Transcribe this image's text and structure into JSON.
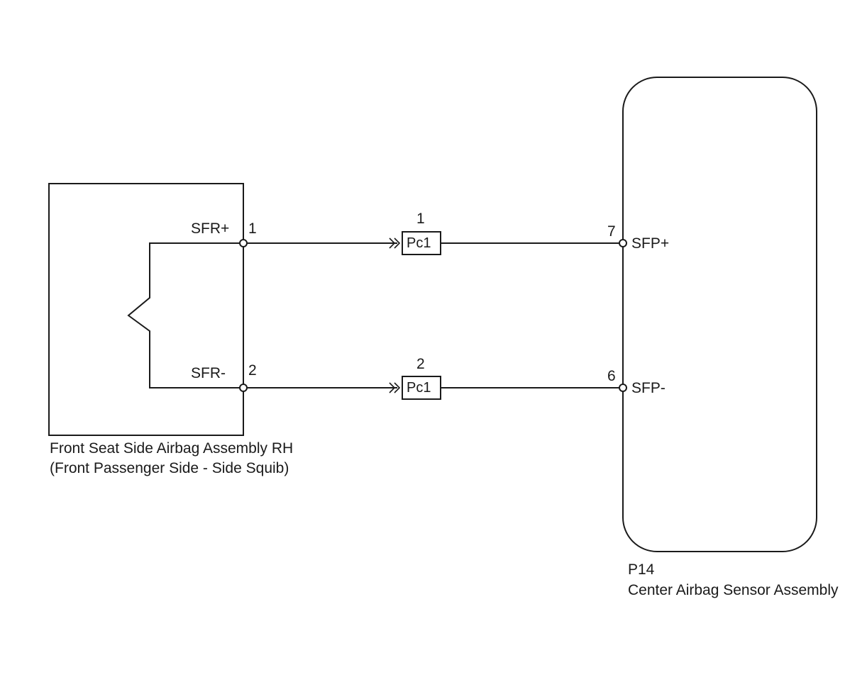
{
  "left_component": {
    "name_line1": "Front Seat Side Airbag Assembly RH",
    "name_line2": "(Front Passenger Side - Side Squib)",
    "pin_top_signal": "SFR+",
    "pin_top_number": "1",
    "pin_bottom_signal": "SFR-",
    "pin_bottom_number": "2"
  },
  "connectors": [
    {
      "pin": "1",
      "name": "Pc1"
    },
    {
      "pin": "2",
      "name": "Pc1"
    }
  ],
  "right_component": {
    "code": "P14",
    "name": "Center Airbag Sensor Assembly",
    "pin_top_number": "7",
    "pin_top_signal": "SFP+",
    "pin_bottom_number": "6",
    "pin_bottom_signal": "SFP-"
  }
}
